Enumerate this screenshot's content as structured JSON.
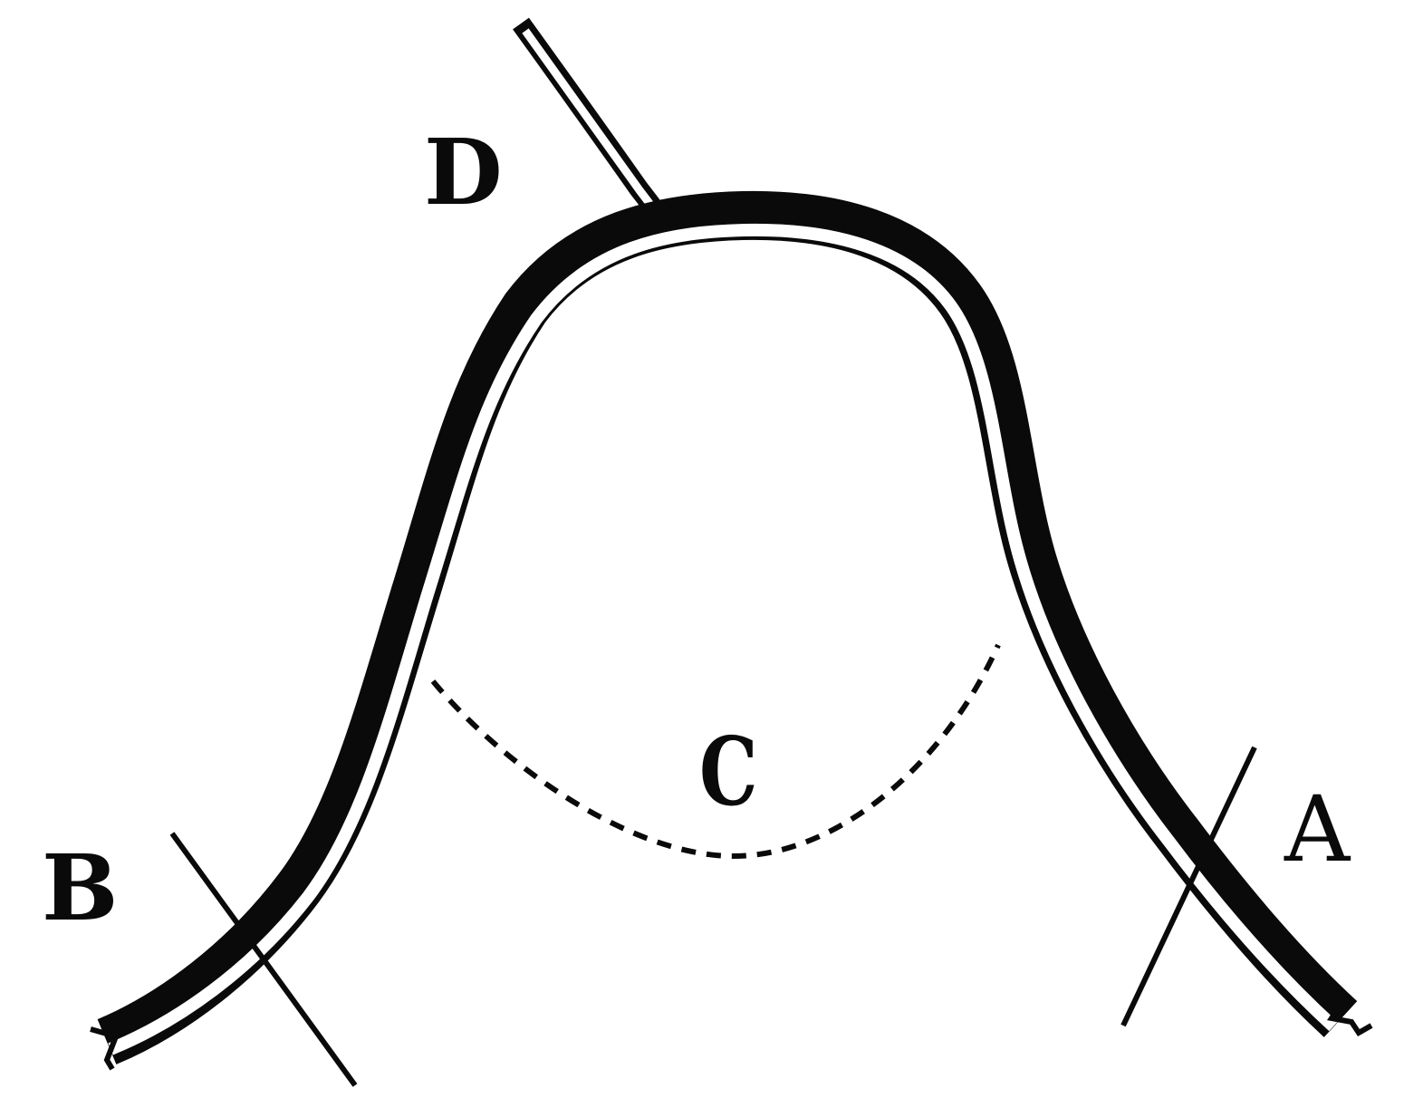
{
  "labels": {
    "a": "A",
    "b": "B",
    "c": "C",
    "d": "D"
  },
  "colors": {
    "ink": "#0a0a0a",
    "paper": "#ffffff"
  }
}
